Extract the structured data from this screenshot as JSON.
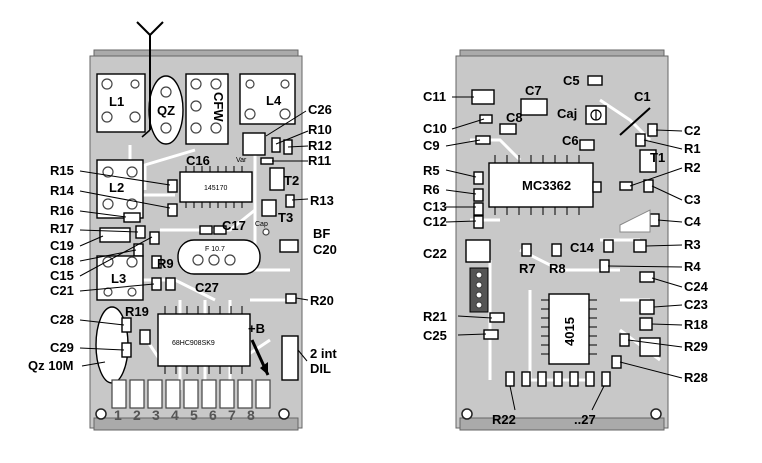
{
  "left_board": {
    "parts": {
      "L1": "L1",
      "QZ": "QZ",
      "CFW": "CFW",
      "L4": "L4",
      "C26": "C26",
      "R10": "R10",
      "R12": "R12",
      "R11": "R11",
      "C16": "C16",
      "T2": "T2",
      "R13": "R13",
      "T3": "T3",
      "R15": "R15",
      "R14": "R14",
      "L2": "L2",
      "R16": "R16",
      "R17": "R17",
      "C17": "C17",
      "C19": "C19",
      "C18": "C18",
      "C15": "C15",
      "R9": "R9",
      "L3": "L3",
      "C21": "C21",
      "C27": "C27",
      "R20": "R20",
      "C28": "C28",
      "R19": "R19",
      "C29": "C29",
      "Qz10M": "Qz 10M",
      "BF": "BF",
      "C20": "C20",
      "plusB": "+B",
      "two_int": "2 int",
      "DIL": "DIL"
    },
    "ic_145170": "145170",
    "ic_68hc": "68HC908SK9",
    "filter_label": "F 10.7",
    "var_label": "Var",
    "cap_label": "Cap",
    "pin_numbers": [
      "1",
      "2",
      "3",
      "4",
      "5",
      "6",
      "7",
      "8"
    ]
  },
  "right_board": {
    "parts": {
      "C11": "C11",
      "C7": "C7",
      "C5": "C5",
      "C1": "C1",
      "C10": "C10",
      "C8": "C8",
      "Caj": "Caj",
      "C2": "C2",
      "C9": "C9",
      "C6": "C6",
      "R1": "R1",
      "T1": "T1",
      "R5": "R5",
      "R2": "R2",
      "R6": "R6",
      "C3": "C3",
      "C13": "C13",
      "C12": "C12",
      "C4": "C4",
      "C22": "C22",
      "C14": "C14",
      "R3": "R3",
      "R7": "R7",
      "R8": "R8",
      "R4": "R4",
      "C24": "C24",
      "C23": "C23",
      "R21": "R21",
      "R18": "R18",
      "C25": "C25",
      "R29": "R29",
      "R28": "R28",
      "R22": "R22",
      "dot27": "..27"
    },
    "ic_mc3362": "MC3362",
    "ic_4015": "4015"
  }
}
